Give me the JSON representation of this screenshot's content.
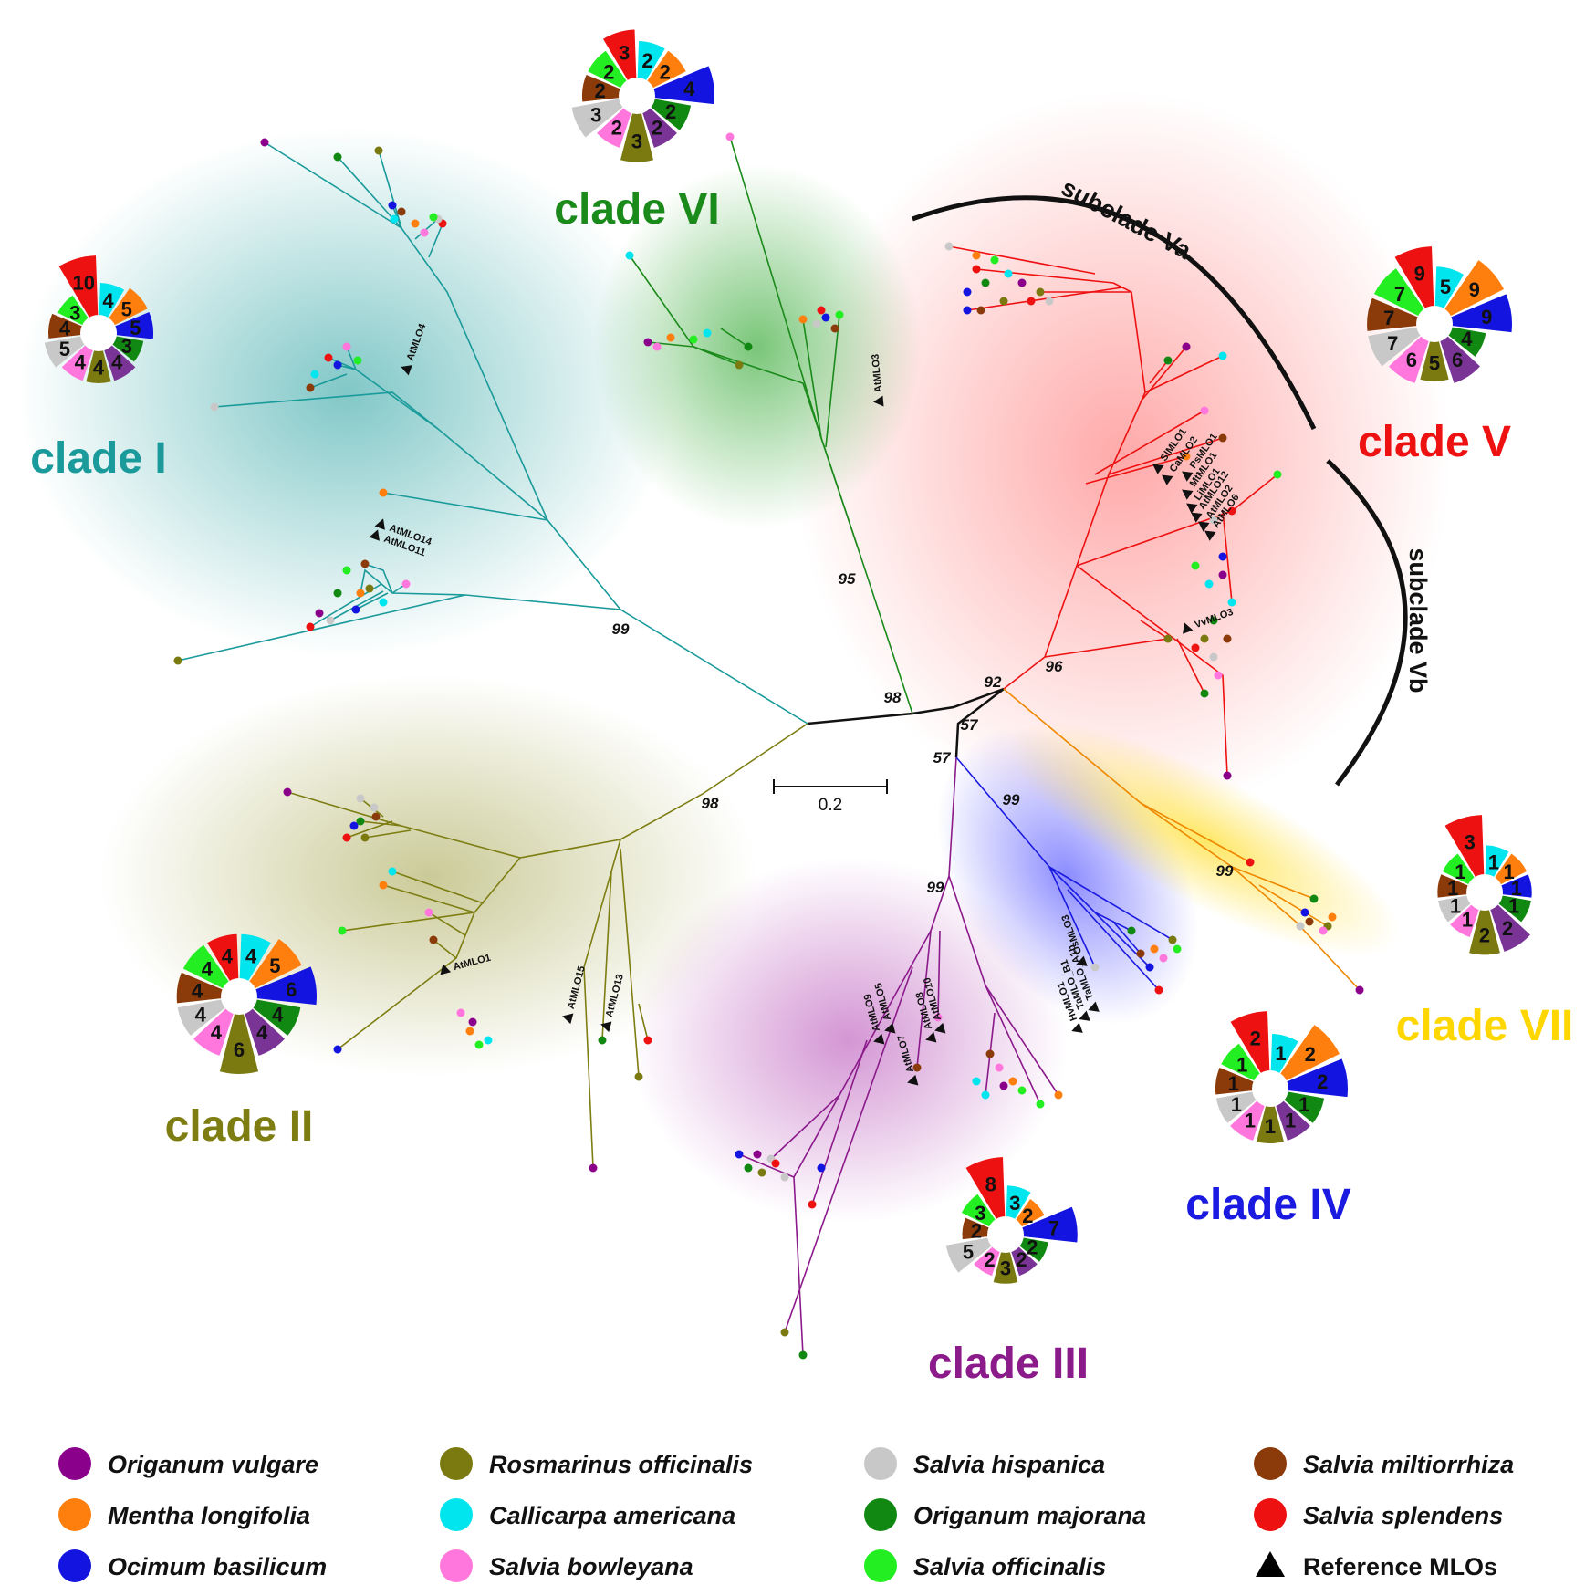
{
  "colors": {
    "origanum_vulgare": "#8b008b",
    "mentha_longifolia": "#ff7f0e",
    "ocimum_basilicum": "#1414e0",
    "rosmarinus_officinalis": "#7a7a10",
    "callicarpa_americana": "#00e5ee",
    "salvia_bowleyana": "#ff77dd",
    "salvia_hispanica": "#c8c8c8",
    "origanum_majorana": "#118811",
    "salvia_officinalis": "#22ee22",
    "salvia_miltiorrhiza": "#8b3a0a",
    "salvia_splendens": "#ee1111",
    "purple_slice": "#7a3496",
    "clade_I": "#1a9a9a",
    "clade_II": "#7d7d12",
    "clade_III": "#8b1a8b",
    "clade_IV": "#1a1ae0",
    "clade_V": "#ee1111",
    "clade_VI": "#1a8a1a",
    "clade_VII": "#ffd700"
  },
  "clades": [
    {
      "id": "I",
      "label": "clade I",
      "counts": [
        10,
        4,
        5,
        5,
        3,
        4,
        4,
        4,
        5,
        4,
        3
      ]
    },
    {
      "id": "II",
      "label": "clade II",
      "counts": [
        4,
        4,
        5,
        6,
        4,
        4,
        6,
        4,
        4,
        4,
        4
      ]
    },
    {
      "id": "III",
      "label": "clade III",
      "counts": [
        8,
        3,
        2,
        7,
        2,
        2,
        3,
        2,
        5,
        2,
        3
      ]
    },
    {
      "id": "IV",
      "label": "clade IV",
      "counts": [
        2,
        1,
        2,
        2,
        1,
        1,
        1,
        1,
        1,
        1,
        1
      ]
    },
    {
      "id": "V",
      "label": "clade V",
      "counts": [
        9,
        5,
        9,
        9,
        4,
        6,
        5,
        6,
        7,
        7,
        7
      ]
    },
    {
      "id": "VI",
      "label": "clade VI",
      "counts": [
        3,
        2,
        2,
        4,
        2,
        2,
        3,
        2,
        3,
        2,
        2
      ]
    },
    {
      "id": "VII",
      "label": "clade VII",
      "counts": [
        3,
        1,
        1,
        1,
        1,
        2,
        2,
        1,
        1,
        1,
        1
      ]
    }
  ],
  "subclades": {
    "va": "subclade Va",
    "vb": "subclade Vb"
  },
  "bootstrap": [
    "99",
    "95",
    "98",
    "57",
    "57",
    "92",
    "96",
    "98",
    "99",
    "99",
    "99"
  ],
  "scale_bar": "0.2",
  "reference_mlos": [
    "AtMLO4",
    "AtMLO14",
    "AtMLO11",
    "AtMLO3",
    "SlMLO1",
    "CaMLO2",
    "PsMLO1",
    "MtMLO1",
    "LjMLO1",
    "AtMLO12",
    "AtMLO2",
    "AtMLO6",
    "VvMLO3",
    "AtMLO1",
    "AtMLO15",
    "AtMLO13",
    "OsMLO3",
    "TaMLO_A1b",
    "TaMLO_B1",
    "HvMLO1",
    "AtMLO10",
    "AtMLO8",
    "AtMLO5",
    "AtMLO9",
    "AtMLO7"
  ],
  "legend": [
    {
      "name": "Origanum vulgare",
      "color": "#8b008b",
      "italic": true
    },
    {
      "name": "Rosmarinus officinalis",
      "color": "#7a7a10",
      "italic": true
    },
    {
      "name": "Salvia hispanica",
      "color": "#c8c8c8",
      "italic": true
    },
    {
      "name": "Salvia miltiorrhiza",
      "color": "#8b3a0a",
      "italic": true
    },
    {
      "name": "Mentha longifolia",
      "color": "#ff7f0e",
      "italic": true
    },
    {
      "name": "Callicarpa americana",
      "color": "#00e5ee",
      "italic": true
    },
    {
      "name": "Origanum majorana",
      "color": "#118811",
      "italic": true
    },
    {
      "name": "Salvia splendens",
      "color": "#ee1111",
      "italic": true
    },
    {
      "name": "Ocimum basilicum",
      "color": "#1414e0",
      "italic": true
    },
    {
      "name": "Salvia bowleyana",
      "color": "#ff77dd",
      "italic": true
    },
    {
      "name": "Salvia officinalis",
      "color": "#22ee22",
      "italic": true
    },
    {
      "name": "Reference MLOs",
      "color": "#000000",
      "italic": false,
      "triangle": true
    }
  ]
}
